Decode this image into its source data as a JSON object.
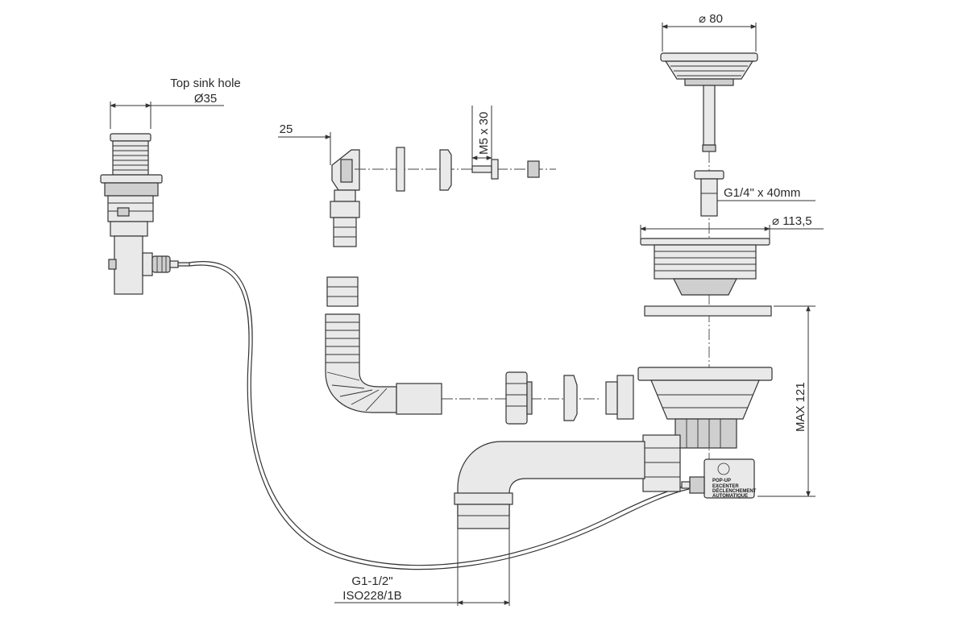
{
  "labels": {
    "top_sink_hole": "Top sink hole",
    "top_sink_hole_dia": "Ø35",
    "offset_25": "25",
    "bolt": "M5 x 30",
    "basket_dia": "⌀ 80",
    "rod_thread": "G1/4\" x 40mm",
    "flange_dia": "⌀ 113,5",
    "max_height": "MAX 121",
    "outlet_thread": "G1-1/2\"",
    "outlet_standard": "ISO228/1B"
  },
  "badge": {
    "line1": "POP-UP",
    "line2": "EXCENTER",
    "line3": "DÉCLENCHEMENT",
    "line4": "AUTOMATIQUE"
  },
  "colors": {
    "line": "#333333",
    "part_fill": "#e9e9e9",
    "part_dark": "#cfcfcf"
  }
}
